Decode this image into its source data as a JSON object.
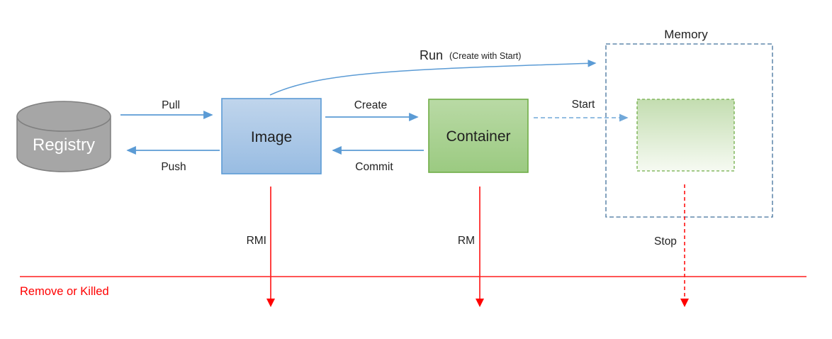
{
  "diagram": {
    "nodes": {
      "registry": {
        "label": "Registry"
      },
      "image": {
        "label": "Image"
      },
      "container": {
        "label": "Container"
      },
      "memory": {
        "label": "Memory"
      }
    },
    "edges": {
      "pull": "Pull",
      "push": "Push",
      "create": "Create",
      "commit": "Commit",
      "run": "Run",
      "run_note": "(Create with Start)",
      "start": "Start",
      "rmi": "RMI",
      "rm": "RM",
      "stop": "Stop"
    },
    "footer": {
      "remove_or_killed": "Remove or Killed"
    },
    "colors": {
      "arrow_blue": "#5b9bd5",
      "start_blue": "#71a8d9",
      "memory_border": "#41719c",
      "green_border": "#70ad47",
      "red": "#ff0000",
      "registry_fill": "#a6a6a6",
      "registry_border": "#7f7f7f",
      "image_fill_top": "#bdd3ec",
      "image_fill_bottom": "#9abde3",
      "container_fill_top": "#b7d9a3",
      "container_fill_bottom": "#9ccb82"
    }
  }
}
